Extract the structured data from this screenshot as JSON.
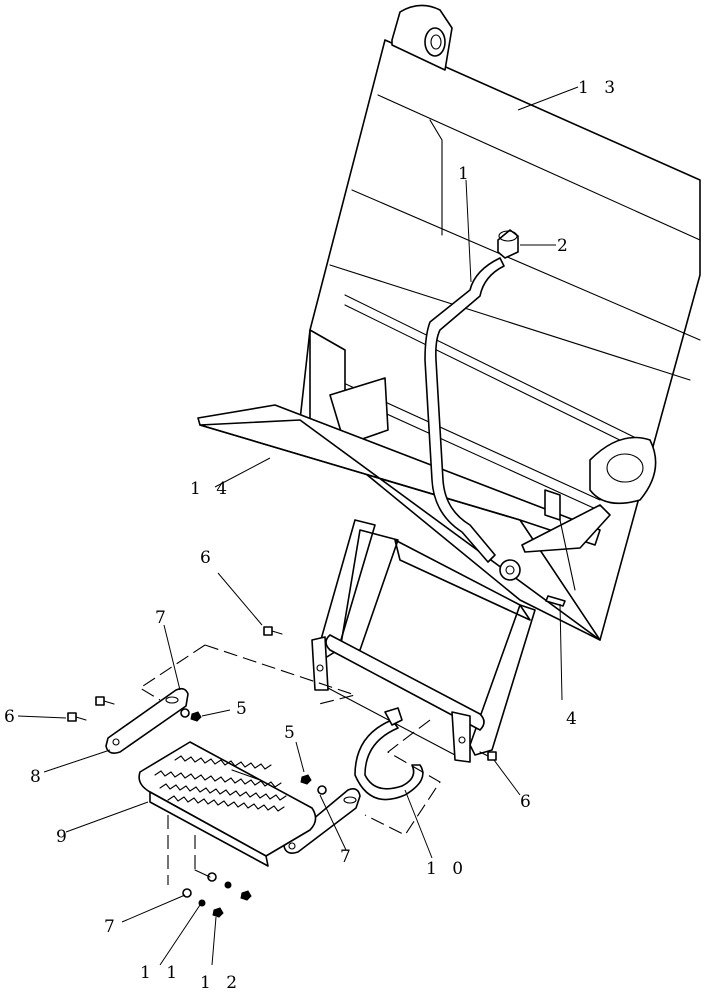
{
  "diagram": {
    "callouts": [
      {
        "id": "c1",
        "text": "1"
      },
      {
        "id": "c2",
        "text": "2"
      },
      {
        "id": "c4",
        "text": "4"
      },
      {
        "id": "c5a",
        "text": "5"
      },
      {
        "id": "c5b",
        "text": "5"
      },
      {
        "id": "c6a",
        "text": "6"
      },
      {
        "id": "c6b",
        "text": "6"
      },
      {
        "id": "c6c",
        "text": "6"
      },
      {
        "id": "c7a",
        "text": "7"
      },
      {
        "id": "c7b",
        "text": "7"
      },
      {
        "id": "c7c",
        "text": "7"
      },
      {
        "id": "c8",
        "text": "8"
      },
      {
        "id": "c9",
        "text": "9"
      },
      {
        "id": "c10",
        "text": "1 0"
      },
      {
        "id": "c11",
        "text": "1 1"
      },
      {
        "id": "c12",
        "text": "1 2"
      },
      {
        "id": "c13",
        "text": "1 3"
      },
      {
        "id": "c14",
        "text": "1 4"
      }
    ]
  }
}
